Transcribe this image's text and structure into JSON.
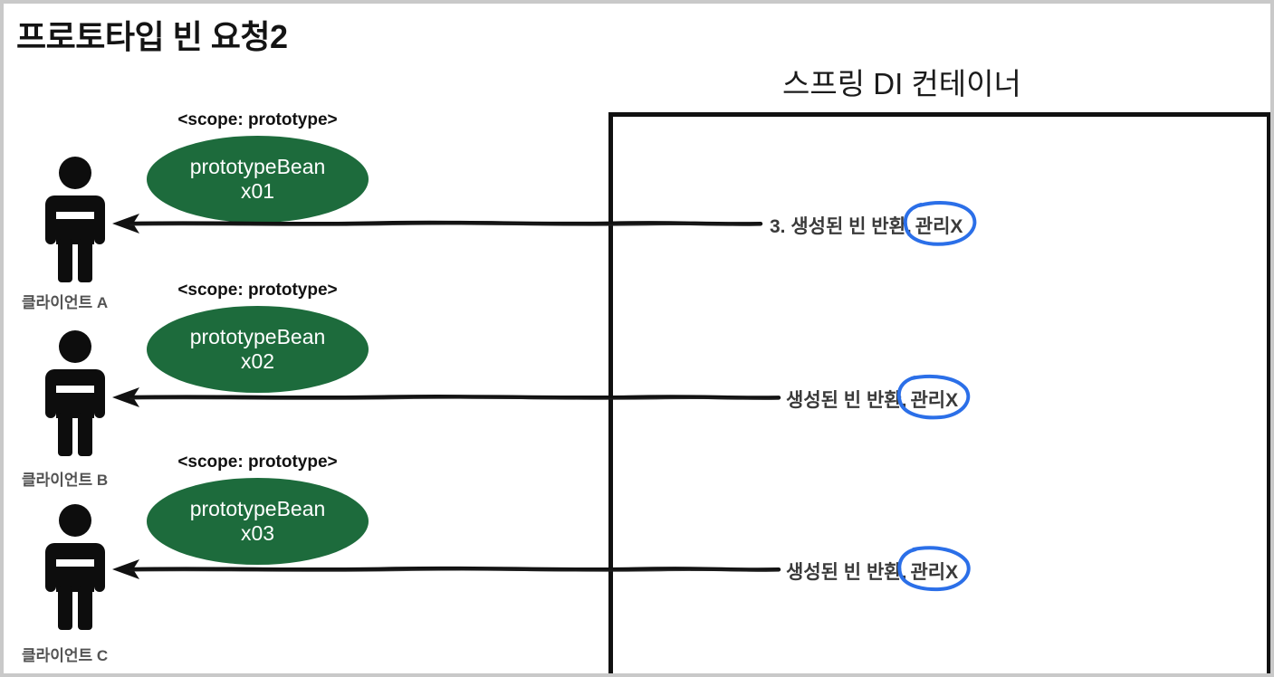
{
  "page": {
    "title": "프로토타입 빈 요청2",
    "background_color": "#ffffff",
    "border_color": "#c9c9c9"
  },
  "container": {
    "title": "스프링 DI 컨테이너",
    "border_color": "#111111"
  },
  "colors": {
    "bean_green": "#1d6b3c",
    "annotation_blue": "#2b6fe8",
    "label_gray": "#3a3a3a",
    "client_gray": "#535353",
    "ink_black": "#111111"
  },
  "clients": [
    {
      "label": "클라이언트 A"
    },
    {
      "label": "클라이언트 B"
    },
    {
      "label": "클라이언트 C"
    }
  ],
  "beans": [
    {
      "scope": "<scope: prototype>",
      "name": "prototypeBean",
      "id": "x01"
    },
    {
      "scope": "<scope: prototype>",
      "name": "prototypeBean",
      "id": "x02"
    },
    {
      "scope": "<scope: prototype>",
      "name": "prototypeBean",
      "id": "x03"
    }
  ],
  "arrows": [
    {
      "text": "3. 생성된 빈 반환,",
      "annotation": "관리X",
      "direction": "left"
    },
    {
      "text": "생성된 빈 반환,",
      "annotation": "관리X",
      "direction": "left"
    },
    {
      "text": "생성된 빈 반환,",
      "annotation": "관리X",
      "direction": "left"
    }
  ]
}
